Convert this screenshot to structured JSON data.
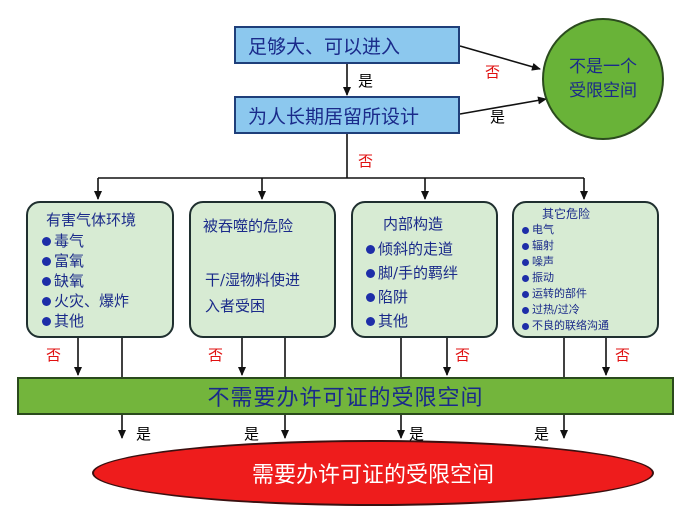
{
  "nodes": {
    "box1": "足够大、可以进入",
    "box2": "为人长期居留所设计",
    "circle_line1": "不是一个",
    "circle_line2": "受限空间",
    "bar": "不需要办许可证的受限空间",
    "ellipse": "需要办许可证的受限空间"
  },
  "categories": [
    {
      "title": "有害气体环境",
      "items": [
        "毒气",
        "富氧",
        "缺氧",
        "火灾、爆炸",
        "其他"
      ]
    },
    {
      "title": "被吞噬的危险",
      "line2": "干/湿物料使进",
      "line3": "入者受困"
    },
    {
      "title": "内部构造",
      "items": [
        "倾斜的走道",
        "脚/手的羁绊",
        "陷阱",
        "其他"
      ]
    },
    {
      "title": "其它危险",
      "items": [
        "电气",
        "辐射",
        "噪声",
        "振动",
        "运转的部件",
        "过热/过冷",
        "不良的联络沟通"
      ]
    }
  ],
  "labels": {
    "yes": "是",
    "no": "否"
  },
  "colors": {
    "box_fill": "#8cc8ee",
    "circle_fill": "#69b338",
    "category_fill": "#d7ebd3",
    "bar_fill": "#73b53c",
    "ellipse_fill": "#ee1c1c",
    "no_label": "#e01010"
  }
}
